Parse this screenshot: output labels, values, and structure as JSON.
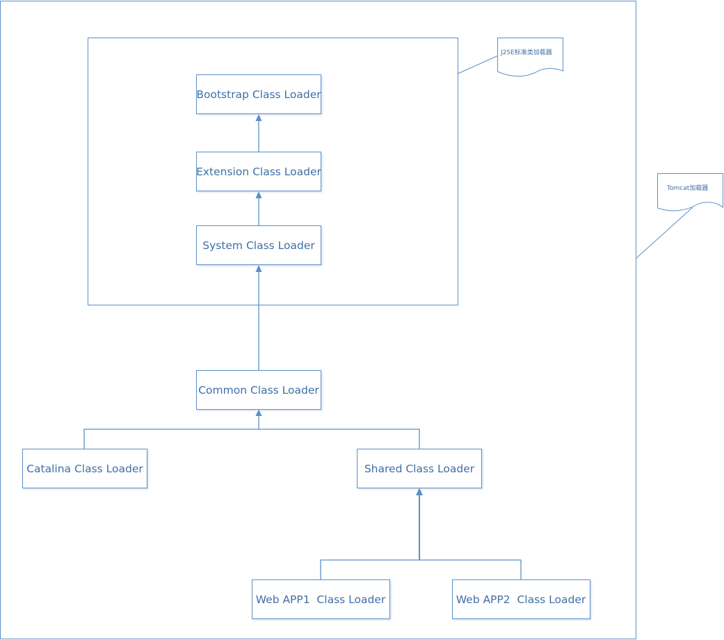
{
  "nodes": {
    "bootstrap": "Bootstrap Class Loader",
    "extension": "Extension Class Loader",
    "system": "System Class Loader",
    "common": "Common Class Loader",
    "catalina": "Catalina Class Loader",
    "shared": "Shared Class Loader",
    "webapp1": "Web APP1  Class Loader",
    "webapp2": "Web APP2  Class Loader"
  },
  "notes": {
    "j2se": "J2SE标准类加载器",
    "tomcat": "Tomcat加载器"
  },
  "colors": {
    "stroke": "#5b8fc7",
    "text": "#3f6fa6"
  }
}
